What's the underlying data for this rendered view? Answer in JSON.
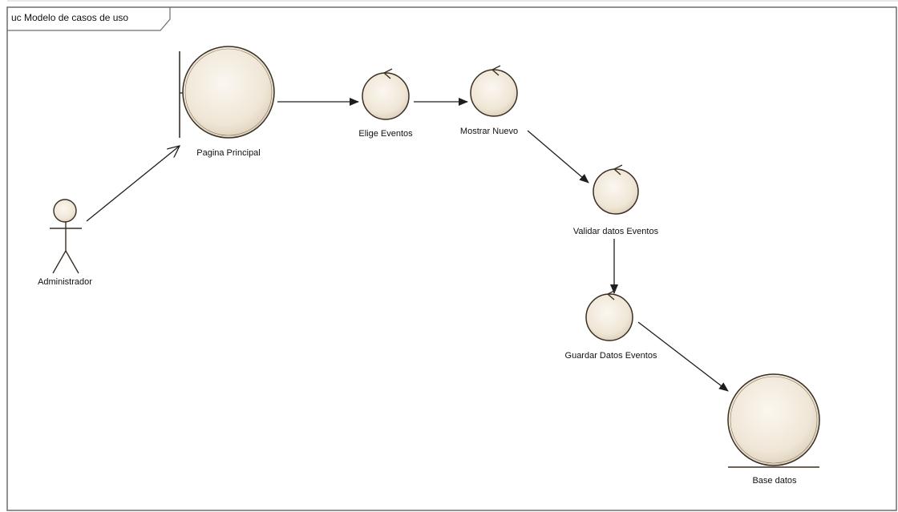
{
  "frame": {
    "title": "uc Modelo de casos de uso"
  },
  "colors": {
    "element_fill": "#efe6d6",
    "element_stroke": "#3a2f22",
    "frame_stroke": "#6d6d6d",
    "line": "#1e1e1e"
  },
  "actor": {
    "label": "Administrador"
  },
  "elements": {
    "boundary": {
      "type": "boundary",
      "label": "Pagina Principal"
    },
    "control1": {
      "type": "control",
      "label": "Elige Eventos"
    },
    "control2": {
      "type": "control",
      "label": "Mostrar Nuevo"
    },
    "control3": {
      "type": "control",
      "label": "Validar datos Eventos"
    },
    "control4": {
      "type": "control",
      "label": "Guardar Datos Eventos"
    },
    "entity": {
      "type": "entity",
      "label": "Base datos"
    }
  },
  "connections": [
    {
      "from": "Administrador",
      "to": "Pagina Principal",
      "style": "open-arrow"
    },
    {
      "from": "Pagina Principal",
      "to": "Elige Eventos",
      "style": "filled-arrow"
    },
    {
      "from": "Elige Eventos",
      "to": "Mostrar Nuevo",
      "style": "filled-arrow"
    },
    {
      "from": "Mostrar Nuevo",
      "to": "Validar datos Eventos",
      "style": "filled-arrow"
    },
    {
      "from": "Validar datos Eventos",
      "to": "Guardar Datos Eventos",
      "style": "filled-arrow"
    },
    {
      "from": "Guardar Datos Eventos",
      "to": "Base datos",
      "style": "filled-arrow"
    }
  ]
}
